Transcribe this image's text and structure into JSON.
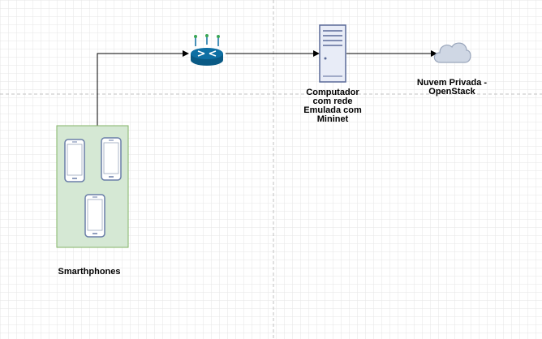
{
  "nodes": {
    "smartphones": {
      "label": "Smarthphones"
    },
    "router": {
      "label": ""
    },
    "computer": {
      "label_lines": [
        "Computador",
        "com rede",
        "Emulada com",
        "Mininet"
      ]
    },
    "cloud": {
      "label_lines": [
        "Nuvem Privada -",
        "OpenStack"
      ]
    }
  },
  "colors": {
    "grid": "#e6e6e6",
    "page_break": "#c0c0c0",
    "group_fill": "#d5e8d4",
    "group_stroke": "#82b366",
    "phone_fill": "#ffffff",
    "phone_stroke": "#6a7ea8",
    "router_fill": "#0e6fa3",
    "server_fill": "#e8ecf7",
    "server_stroke": "#5a6a98",
    "cloud_fill": "#cfd7e4",
    "cloud_stroke": "#9aa6bb",
    "connector": "#000000"
  },
  "icons": {
    "router": "router-icon",
    "computer": "server-tower-icon",
    "cloud": "cloud-icon",
    "phone": "smartphone-icon"
  }
}
